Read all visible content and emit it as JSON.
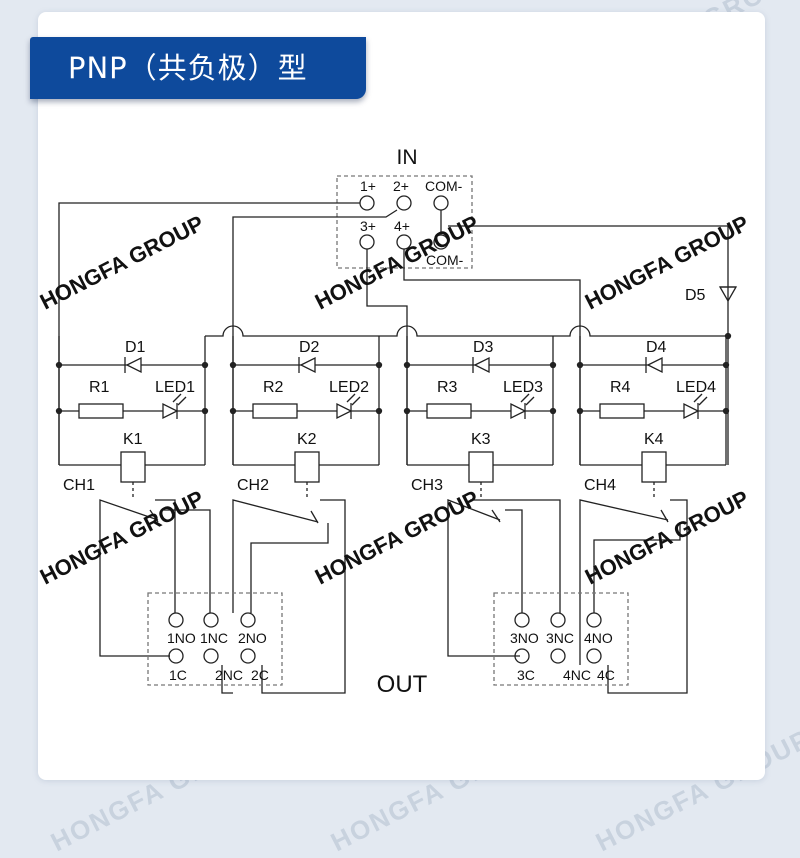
{
  "header": {
    "title": "PNP（共负极）型"
  },
  "watermark": {
    "text": "HONGFA GROUP"
  },
  "diagram": {
    "input_block_label": "IN",
    "output_block_label": "OUT",
    "input_terminals": {
      "t1": "1+",
      "t2": "2+",
      "t3": "3+",
      "t4": "4+",
      "com_top": "COM-",
      "com_bottom": "COM-"
    },
    "channels": [
      {
        "diode": "D1",
        "resistor": "R1",
        "led": "LED1",
        "relay": "K1",
        "channel": "CH1"
      },
      {
        "diode": "D2",
        "resistor": "R2",
        "led": "LED2",
        "relay": "K2",
        "channel": "CH2"
      },
      {
        "diode": "D3",
        "resistor": "R3",
        "led": "LED3",
        "relay": "K3",
        "channel": "CH3"
      },
      {
        "diode": "D4",
        "resistor": "R4",
        "led": "LED4",
        "relay": "K4",
        "channel": "CH4"
      }
    ],
    "common_diode": "D5",
    "output_terminals": {
      "no1": "1NO",
      "nc1": "1NC",
      "no2": "2NO",
      "c1": "1C",
      "nc2": "2NC",
      "c2": "2C",
      "no3": "3NO",
      "nc3": "3NC",
      "no4": "4NO",
      "c3": "3C",
      "nc4": "4NC",
      "c4": "4C"
    }
  },
  "colors": {
    "banner": "#0e4a9c",
    "background": "#e3e9f1",
    "card": "#ffffff",
    "line": "#222222"
  }
}
